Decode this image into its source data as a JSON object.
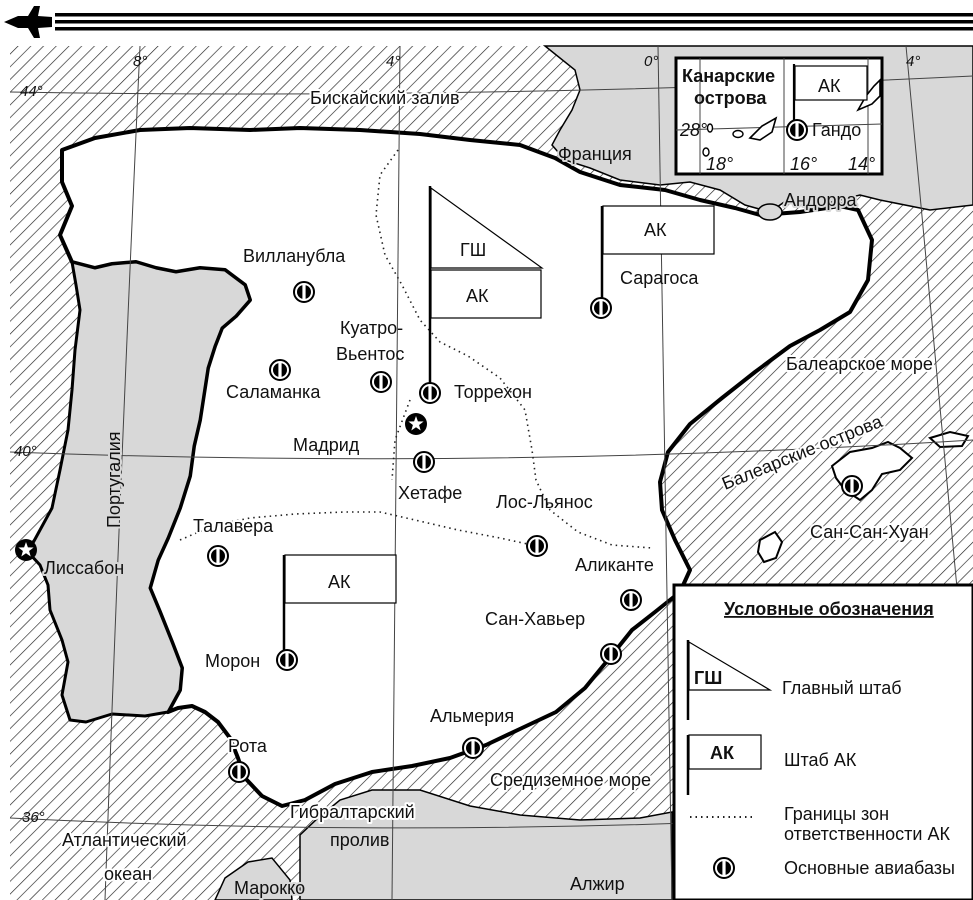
{
  "legend": {
    "title": "Условные обозначения",
    "flag_gsh_text": "ГШ",
    "flag_ak_text": "АК",
    "main_hq": "Главный штаб",
    "ak_hq": "Штаб АК",
    "zone_line1": "Границы зон",
    "zone_line2": "ответственности АК",
    "airbases": "Основные авиабазы"
  },
  "grid": {
    "lon_8": "8°",
    "lon_4w": "4°",
    "lon_0": "0°",
    "lon_4e": "4°",
    "lat_44": "44°",
    "lat_40": "40°",
    "lat_36": "36°"
  },
  "inset": {
    "title_1": "Канарские",
    "title_2": "острова",
    "flag_ak": "АК",
    "base": "Гандо",
    "lat_28": "28°",
    "lon_18": "18°",
    "lon_16": "16°",
    "lon_14": "14°"
  },
  "regions": {
    "biscay": "Бискайский залив",
    "france": "Франция",
    "andorra": "Андорра",
    "portugal": "Португалия",
    "balearic_sea": "Балеарское море",
    "balearic_islands": "Балеарские острова",
    "atlantic_1": "Атлантический",
    "atlantic_2": "океан",
    "gibraltar_1": "Гибралтарский",
    "gibraltar_2": "пролив",
    "mediterranean": "Средиземное море",
    "morocco": "Марокко",
    "algeria": "Алжир"
  },
  "hq_flags": {
    "madrid_gsh": "ГШ",
    "madrid_ak": "АК",
    "zaragoza_ak": "АК",
    "south_ak": "АК"
  },
  "places": {
    "villanubla": "Вилланубла",
    "zaragoza": "Сарагоса",
    "cuatro_1": "Куатро-",
    "cuatro_2": "Вьентос",
    "salamanca": "Саламанка",
    "torrejon": "Торрехон",
    "madrid": "Мадрид",
    "getafe": "Хетафе",
    "los_llanos": "Лос-Льянос",
    "talavera": "Талавера",
    "lisbon": "Лиссабон",
    "alicante": "Аликанте",
    "san_javier": "Сан-Хавьер",
    "moron": "Морон",
    "almeria": "Альмерия",
    "rota": "Рота",
    "son_san_juan": "Сан-Сан-Хуан"
  },
  "colors": {
    "land": "#ffffff",
    "portugal": "#d8d8d8",
    "foreign": "#d8d8d8",
    "hatch": "#222222",
    "border": "#000000"
  }
}
